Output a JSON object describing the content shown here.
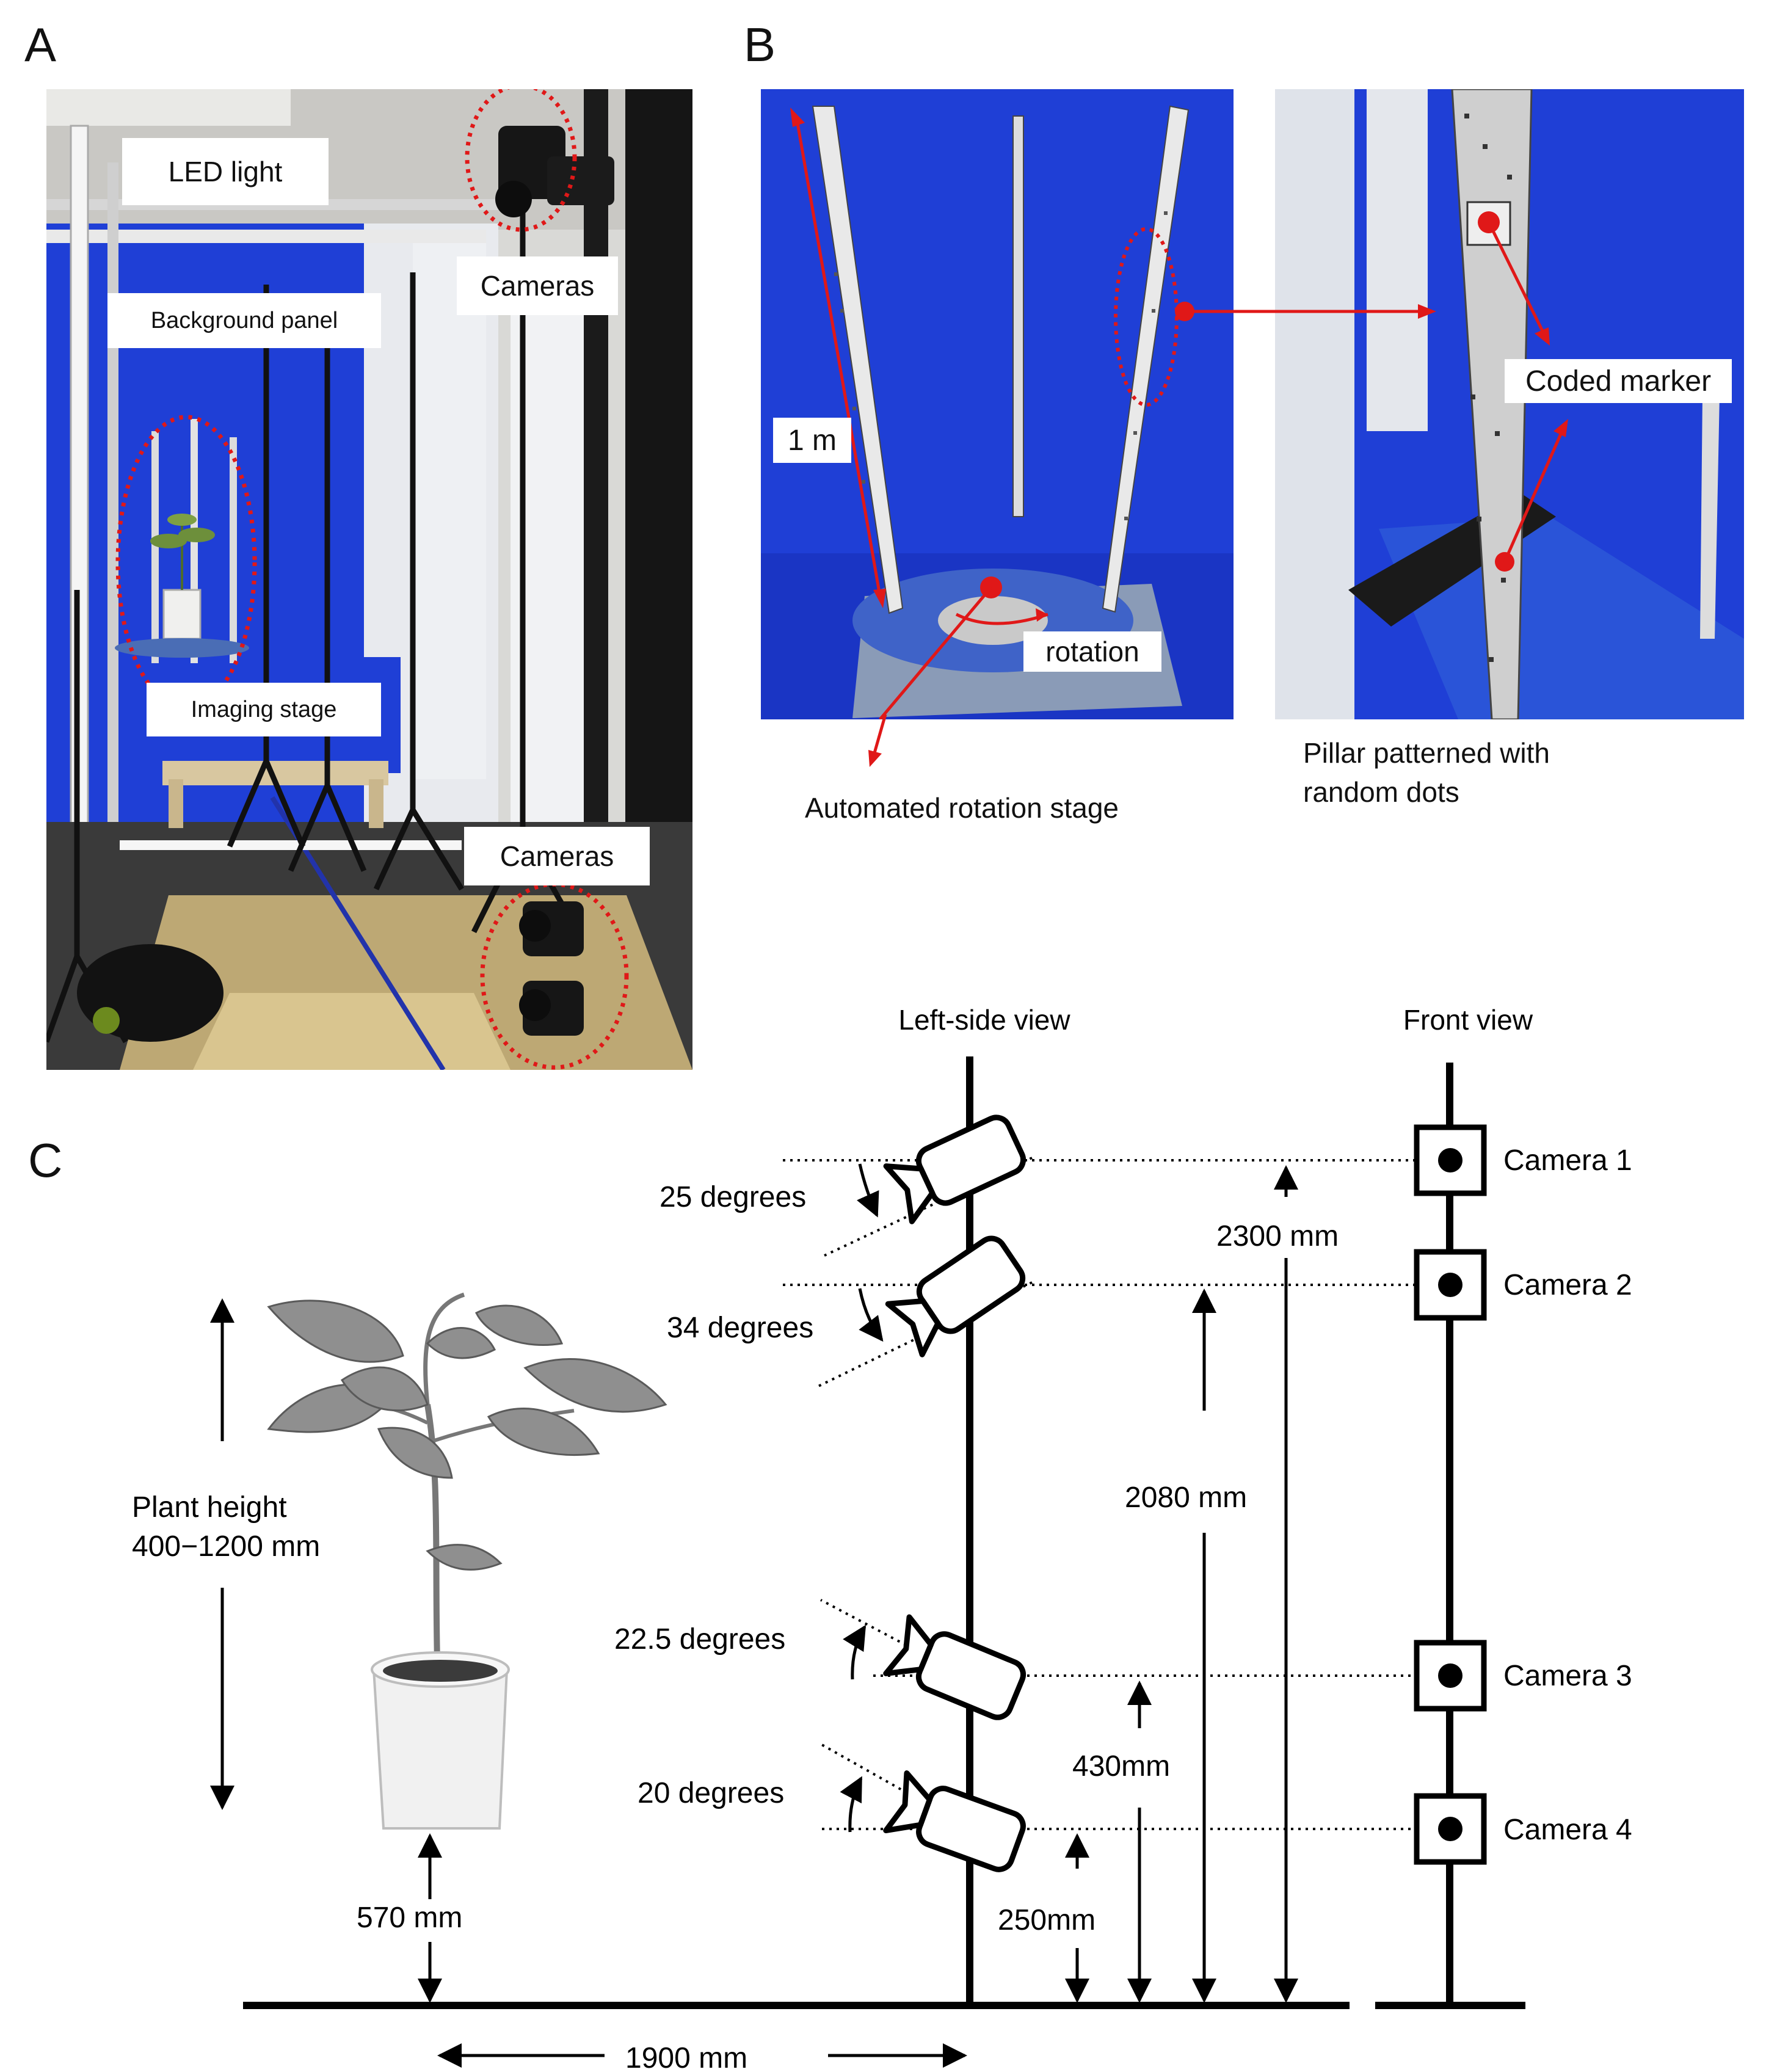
{
  "panels": {
    "a": "A",
    "b": "B",
    "c": "C"
  },
  "panel_a": {
    "led_light": "LED light",
    "cameras_top": "Cameras",
    "background_panel": "Background panel",
    "imaging_stage": "Imaging stage",
    "cameras_bottom": "Cameras"
  },
  "panel_b": {
    "one_m": "1 m",
    "rotation": "rotation",
    "automated_rotation_stage": "Automated rotation stage",
    "coded_marker": "Coded marker",
    "pillar_line1": "Pillar patterned with",
    "pillar_line2": "random dots"
  },
  "panel_c": {
    "left_side_view": "Left-side view",
    "front_view": "Front view",
    "cameras": [
      {
        "label": "Camera 1",
        "angle": "25 degrees"
      },
      {
        "label": "Camera 2",
        "angle": "34 degrees"
      },
      {
        "label": "Camera 3",
        "angle": "22.5 degrees"
      },
      {
        "label": "Camera 4",
        "angle": "20 degrees"
      }
    ],
    "h_2300": "2300 mm",
    "h_2080": "2080 mm",
    "h_430": "430mm",
    "h_250": "250mm",
    "plant_height_line1": "Plant height",
    "plant_height_line2": "400−1200 mm",
    "pot_base": "570 mm",
    "distance": "1900 mm"
  },
  "colors": {
    "blue_screen": "#1f3fd6",
    "red_marker": "#e01818",
    "line": "#000000"
  }
}
